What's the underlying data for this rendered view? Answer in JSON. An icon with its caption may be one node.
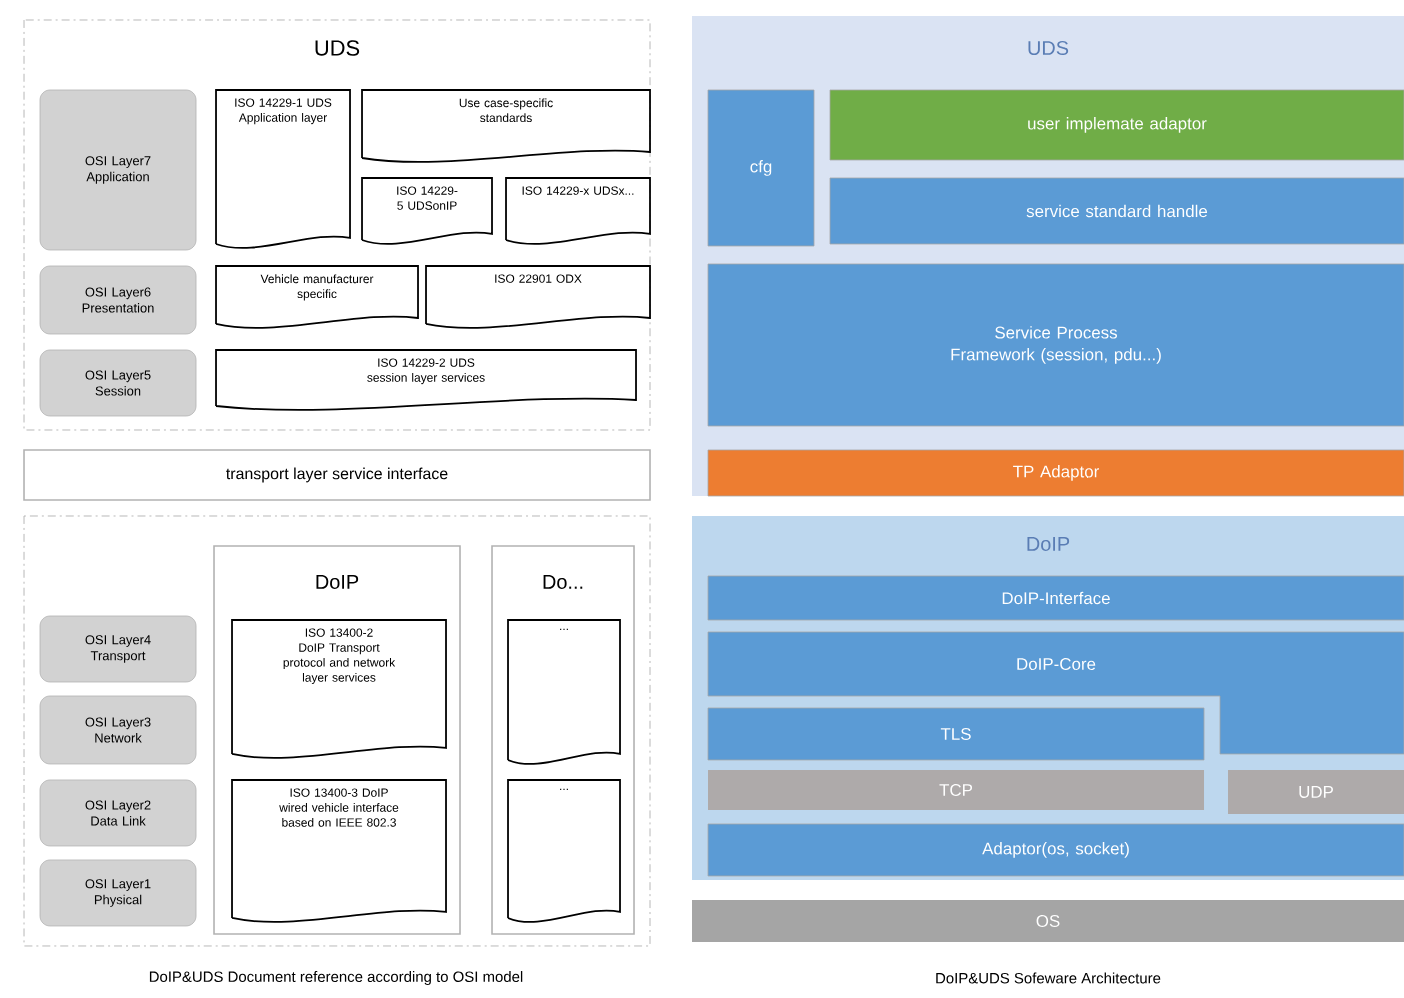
{
  "diagram": {
    "nodes": [
      {
        "text": [
          "UDS"
        ]
      },
      {
        "text": [
          "OSI Layer7 Application"
        ],
        "in": 0
      },
      {
        "text": [
          "ISO 14229-1 UDS Application layer"
        ],
        "in": 0
      },
      {
        "text": [
          "Use case-specific standards"
        ],
        "in": 0
      },
      {
        "text": [
          "ISO 14229-5 UDSonIP"
        ],
        "in": 0
      },
      {
        "text": [
          "ISO 14229-x UDSx..."
        ],
        "in": 0
      },
      {
        "text": [
          "OSI Layer6 Presentation"
        ],
        "in": 0
      },
      {
        "text": [
          "Vehicle manufacturer specific"
        ],
        "in": 0
      },
      {
        "text": [
          "ISO 22901 ODX"
        ],
        "in": 0
      },
      {
        "text": [
          "OSI Layer5 Session"
        ],
        "in": 0
      },
      {
        "text": [
          "ISO 14229-2 UDS session layer services"
        ],
        "in": 0
      },
      {
        "text": [
          "transport layer service interface"
        ]
      },
      {
        "text": [],
        "shape": "box"
      },
      {
        "text": [
          "OSI Layer4 Transport"
        ],
        "in": 12
      },
      {
        "text": [
          "OSI Layer3 Network"
        ],
        "in": 12
      },
      {
        "text": [
          "OSI Layer2 Data Link"
        ],
        "in": 12
      },
      {
        "text": [
          "OSI Layer1 Physical"
        ],
        "in": 12
      },
      {
        "text": [
          "DoIP"
        ],
        "in": 12
      },
      {
        "text": [
          "ISO 13400-2 DoIP Transport protocol and network layer services"
        ],
        "in": 17
      },
      {
        "text": [
          "ISO 13400-3 DoIP wired vehicle interface based on IEEE 802.3"
        ],
        "in": 17
      },
      {
        "text": [
          "Do..."
        ],
        "in": 12
      },
      {
        "text": [
          "..."
        ],
        "in": 20
      },
      {
        "text": [
          "..."
        ],
        "in": 20
      },
      {
        "text": [
          "UDS"
        ]
      },
      {
        "text": [
          "cfg"
        ],
        "in": 23
      },
      {
        "text": [
          "user implemate adaptor"
        ],
        "in": 23
      },
      {
        "text": [
          "service standard handle"
        ],
        "in": 23
      },
      {
        "text": [
          "Service Process Framework (session, pdu...)"
        ],
        "in": 23
      },
      {
        "text": [
          "TP Adaptor"
        ],
        "in": 23
      },
      {
        "text": [
          "DoIP"
        ]
      },
      {
        "text": [
          "DoIP-Interface"
        ],
        "in": 29
      },
      {
        "text": [
          "DoIP-Core"
        ],
        "in": 29
      },
      {
        "text": [
          "TLS"
        ],
        "in": 29
      },
      {
        "text": [
          "TCP"
        ],
        "in": 29
      },
      {
        "text": [
          "UDP"
        ],
        "in": 29
      },
      {
        "text": [
          "Adaptor(os, socket)"
        ],
        "in": 29
      },
      {
        "text": [
          "OS"
        ]
      }
    ],
    "edges": [],
    "labels": [
      "DoIP&UDS Document reference according to OSI model",
      "DoIP&UDS Sofeware Architecture"
    ]
  }
}
